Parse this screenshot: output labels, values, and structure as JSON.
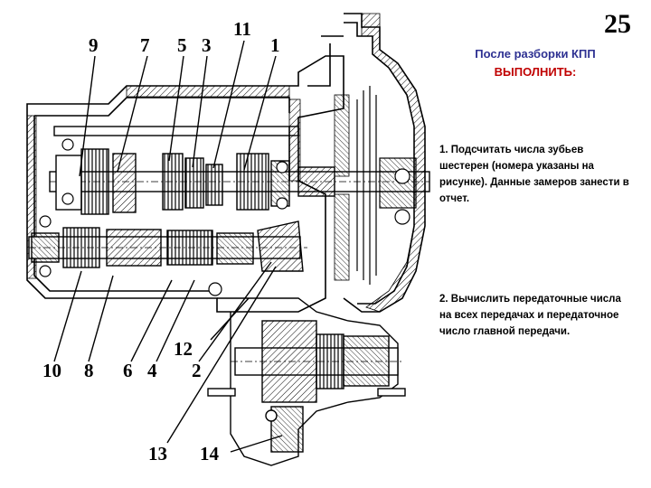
{
  "page_number": "25",
  "heading": {
    "line1": "После разборки КПП",
    "line2": "ВЫПОЛНИТЬ:"
  },
  "tasks": [
    "1. Подсчитать числа зубьев шестерен (номера указаны на рисунке). Данные замеров занести в отчет.",
    "2. Вычислить передаточные числа на всех передачах и передаточное число главной передачи."
  ],
  "callouts": {
    "c1": "1",
    "c2": "2",
    "c3": "3",
    "c4": "4",
    "c5": "5",
    "c6": "6",
    "c7": "7",
    "c8": "8",
    "c9": "9",
    "c10": "10",
    "c11": "11",
    "c12": "12",
    "c13": "13",
    "c14": "14"
  },
  "colors": {
    "heading_blue": "#2e3192",
    "heading_red": "#c00000",
    "drawing": "#000000"
  }
}
